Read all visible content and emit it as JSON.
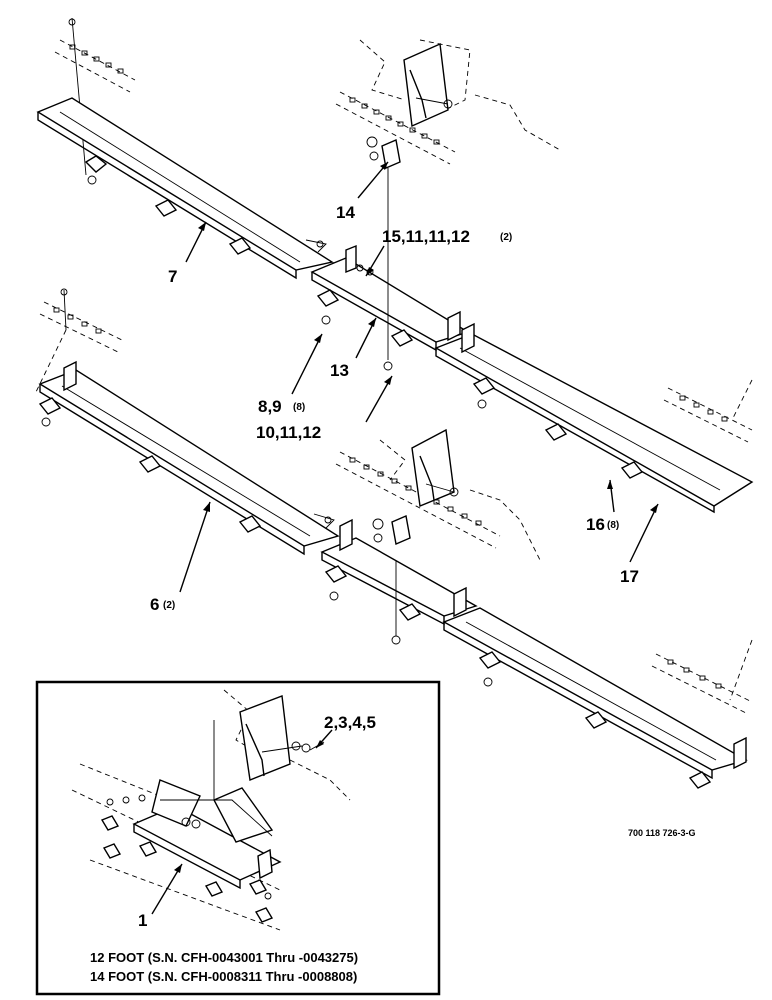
{
  "callouts": {
    "c7": "7",
    "c14": "14",
    "c15": "15,11,11,12",
    "c15_qty": "(2)",
    "c13": "13",
    "c8": "8,9",
    "c8_qty": "(8)",
    "c10": "10,11,12",
    "c6": "6",
    "c6_qty": "(2)",
    "c16": "16",
    "c16_qty": "(8)",
    "c17": "17",
    "c2": "2,3,4,5",
    "c1": "1"
  },
  "drawing_number": "700 118 726-3-G",
  "inset": {
    "caption_line1": "12 FOOT (S.N. CFH-0043001 Thru -0043275)",
    "caption_line2": "14 FOOT (S.N. CFH-0008311 Thru -0008808)"
  }
}
